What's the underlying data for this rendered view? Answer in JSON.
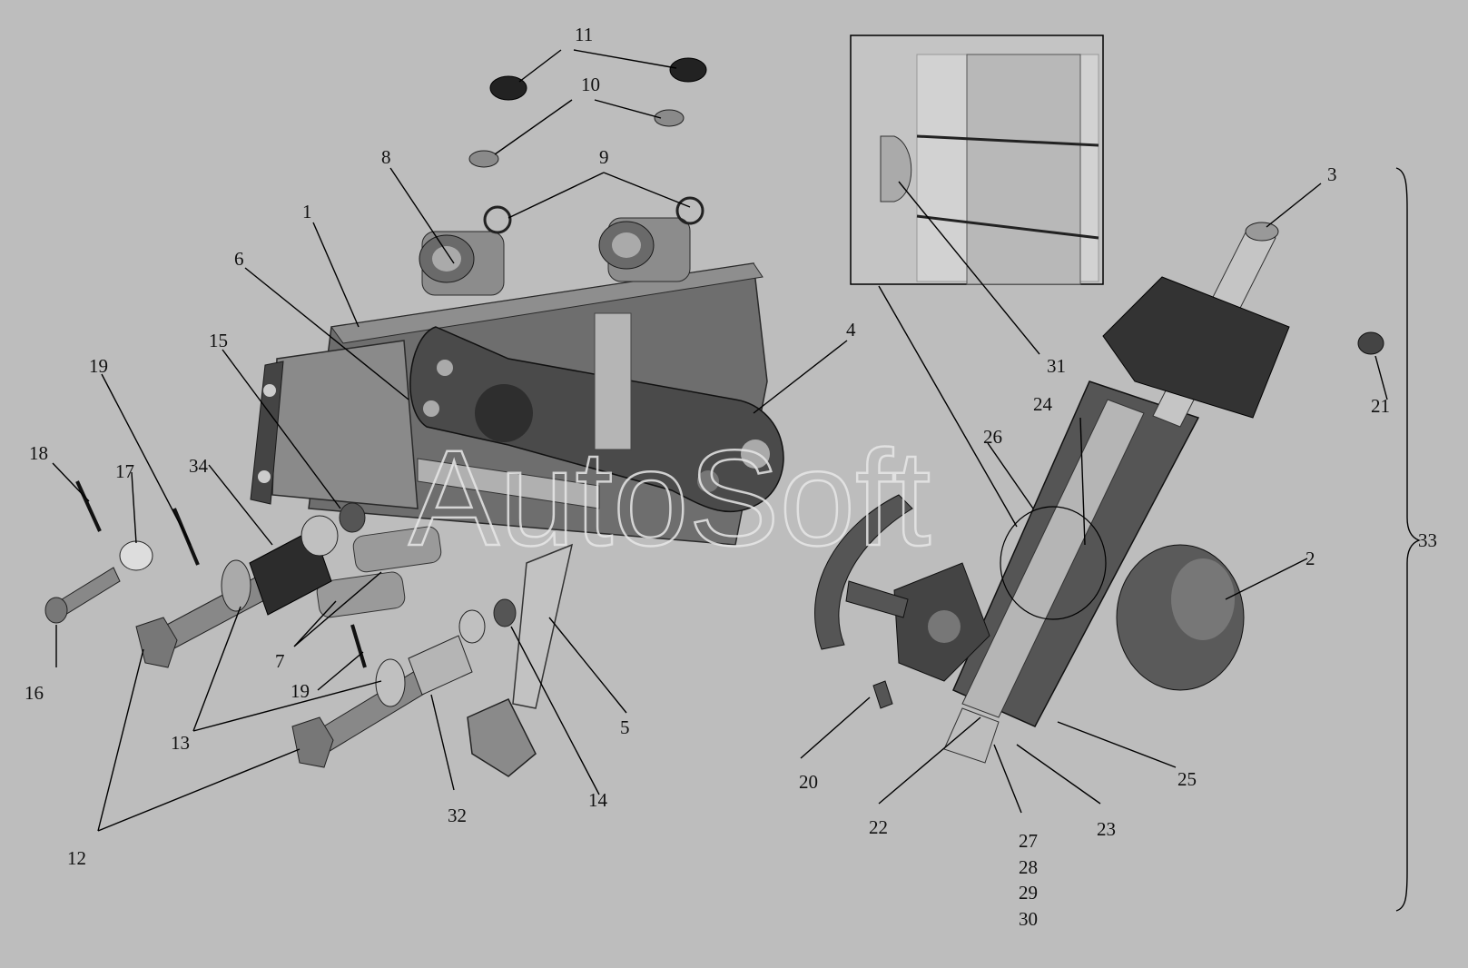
{
  "watermark": "AutoSoft",
  "colors": {
    "background": "#bdbdbd",
    "part_dark": "#3a3a3a",
    "part_mid": "#6e6e6e",
    "part_light": "#a8a8a8",
    "line": "#000000"
  },
  "labels": {
    "l1": "1",
    "l2": "2",
    "l3": "3",
    "l4": "4",
    "l5": "5",
    "l6": "6",
    "l7": "7",
    "l8": "8",
    "l9": "9",
    "l10": "10",
    "l11": "11",
    "l12": "12",
    "l13": "13",
    "l14": "14",
    "l15": "15",
    "l16": "16",
    "l17": "17",
    "l18": "18",
    "l19a": "19",
    "l19b": "19",
    "l20": "20",
    "l21": "21",
    "l22": "22",
    "l23": "23",
    "l24": "24",
    "l25": "25",
    "l26": "26",
    "l27": "27",
    "l28": "28",
    "l29": "29",
    "l30": "30",
    "l31": "31",
    "l32": "32",
    "l33": "33",
    "l34": "34"
  }
}
